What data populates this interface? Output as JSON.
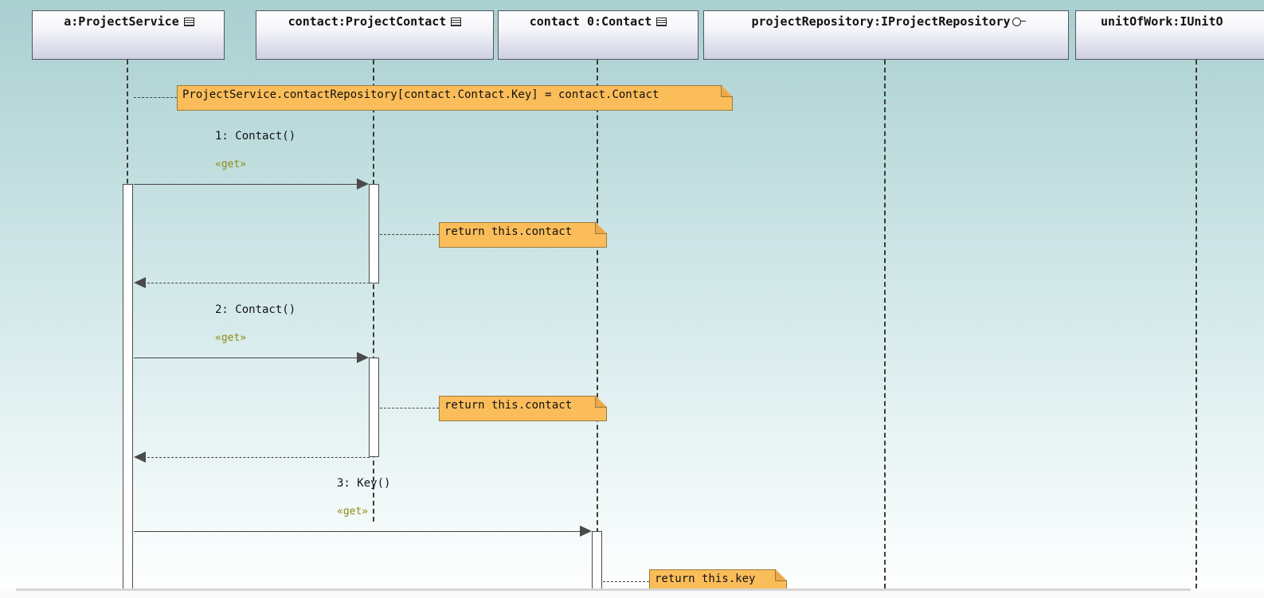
{
  "diagram": {
    "lifelines": [
      {
        "label": "a:ProjectService",
        "decor": "class-icon"
      },
      {
        "label": "contact:ProjectContact",
        "decor": "class-icon"
      },
      {
        "label": "contact 0:Contact",
        "decor": "class-icon"
      },
      {
        "label": "projectRepository:IProjectRepository",
        "decor": "interface-lollipop-icon"
      },
      {
        "label": "unitOfWork:IUnitO",
        "decor": "none"
      }
    ],
    "notes": [
      {
        "text": "ProjectService.contactRepository[contact.Contact.Key] = contact.Contact"
      },
      {
        "text": "return this.contact"
      },
      {
        "text": "return this.contact"
      },
      {
        "text": "return this.key"
      }
    ],
    "messages": [
      {
        "label": "1: Contact()",
        "stereotype": "«get»"
      },
      {
        "label": "2: Contact()",
        "stereotype": "«get»"
      },
      {
        "label": "3: Key()",
        "stereotype": "«get»"
      }
    ]
  }
}
